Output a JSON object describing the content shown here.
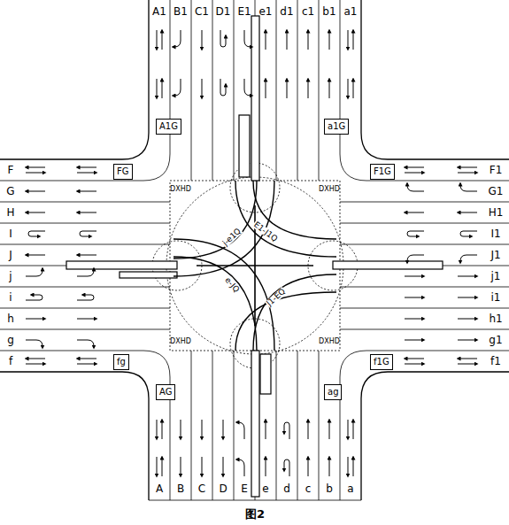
{
  "diagram": {
    "caption": "图2",
    "nodes": [
      {
        "text": [
          "A1G"
        ]
      },
      {
        "text": [
          "a1G"
        ]
      },
      {
        "text": [
          "FG"
        ]
      },
      {
        "text": [
          "F1G"
        ]
      },
      {
        "text": [
          "fg"
        ]
      },
      {
        "text": [
          "f1G"
        ]
      },
      {
        "text": [
          "AG"
        ]
      },
      {
        "text": [
          "ag"
        ]
      }
    ],
    "labels": [
      "A1",
      "B1",
      "C1",
      "D1",
      "E1",
      "e1",
      "d1",
      "c1",
      "b1",
      "a1",
      "A",
      "B",
      "C",
      "D",
      "E",
      "e",
      "d",
      "c",
      "b",
      "a",
      "F",
      "G",
      "H",
      "I",
      "J",
      "j",
      "i",
      "h",
      "g",
      "f",
      "F1",
      "G1",
      "H1",
      "I1",
      "J1",
      "j1",
      "i1",
      "h1",
      "g1",
      "f1",
      "DXHD",
      "DXHD",
      "DXHD",
      "DXHD",
      "j-e1Q",
      "E1-J1Q",
      "e-JQ",
      "J1-EQ"
    ]
  }
}
